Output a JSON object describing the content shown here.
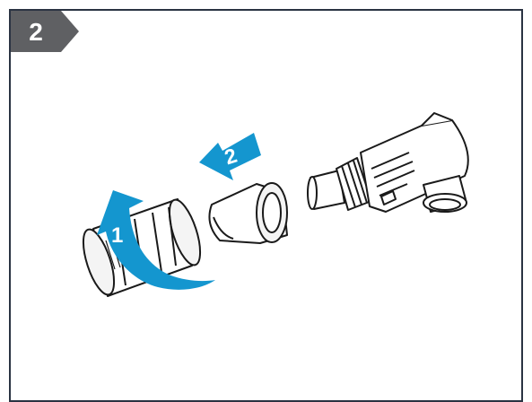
{
  "step": {
    "number": "2"
  },
  "arrows": [
    {
      "label": "1",
      "meaning": "rotate"
    },
    {
      "label": "2",
      "meaning": "pull-out"
    }
  ],
  "colors": {
    "badge": "#5f6063",
    "frame": "#2a3342",
    "arrow": "#1496cf",
    "outline": "#1a1a1a"
  }
}
